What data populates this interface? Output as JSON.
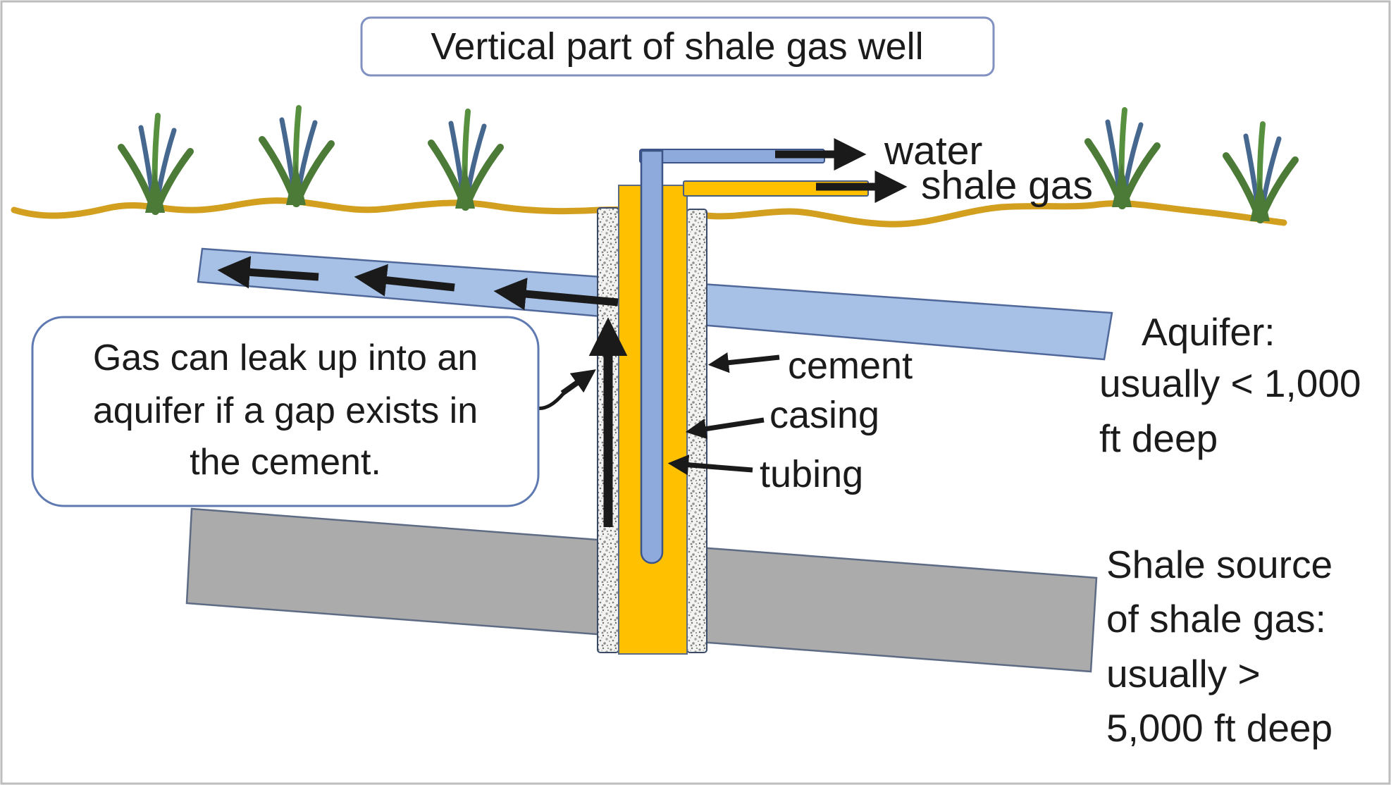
{
  "title": {
    "text": "Vertical part of shale gas well"
  },
  "callout": {
    "line1": "Gas can leak up  into an",
    "line2": "aquifer if a gap exists in",
    "line3": "the cement."
  },
  "outlets": {
    "water": "water",
    "shale_gas": "shale gas"
  },
  "well_labels": {
    "cement": "cement",
    "casing": "casing",
    "tubing": "tubing"
  },
  "aquifer_note": {
    "line1": "Aquifer:",
    "line2": "usually < 1,000",
    "line3": "ft deep"
  },
  "shale_note": {
    "line1": "Shale source",
    "line2": "of shale gas:",
    "line3": "usually >",
    "line4": "5,000 ft deep"
  },
  "colors": {
    "casing_yellow": "#FFC000",
    "tubing_blue": "#8EA9DB",
    "aquifer_blue": "#A6C0E6",
    "shale_gray": "#ABABAB",
    "ground_gold": "#D2A01E",
    "grass_green": "#4C7B38",
    "arrow_black": "#1A1A1A"
  }
}
